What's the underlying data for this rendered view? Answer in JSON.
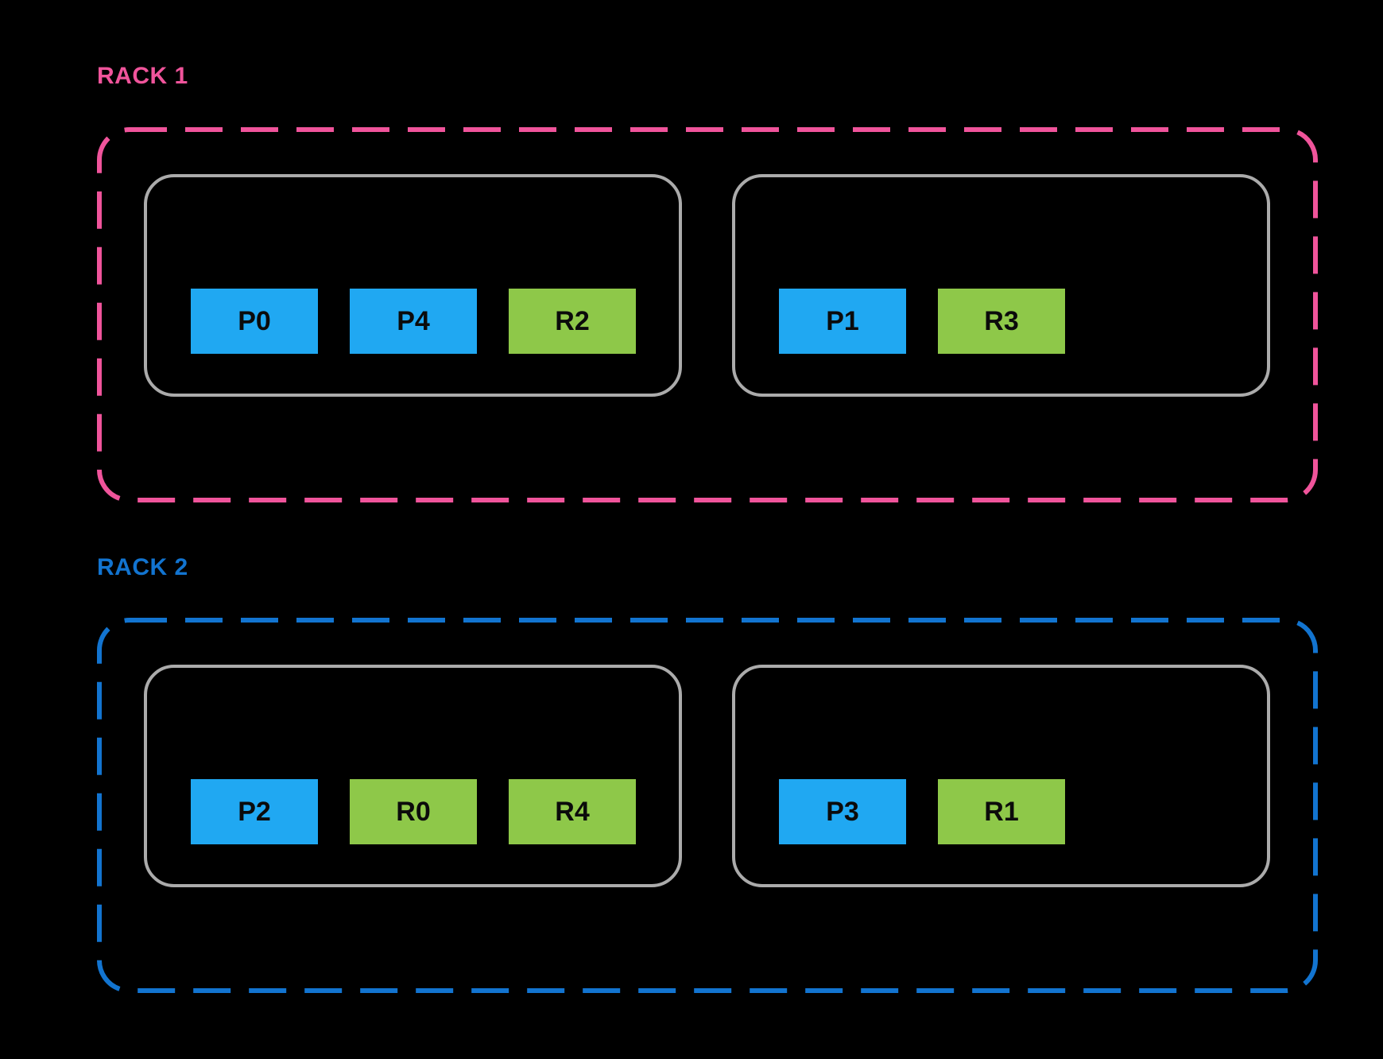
{
  "colors": {
    "background": "#000000",
    "rack1_accent": "#f0549b",
    "rack2_accent": "#1274d0",
    "primary_shard": "#20a8f2",
    "replica_shard": "#8ec849",
    "node_border": "#ababab",
    "shard_text": "#0b0b0b"
  },
  "racks": [
    {
      "label": "RACK 1",
      "accent": "#f0549b",
      "nodes": [
        {
          "shards": [
            {
              "label": "P0",
              "type": "primary"
            },
            {
              "label": "P4",
              "type": "primary"
            },
            {
              "label": "R2",
              "type": "replica"
            }
          ]
        },
        {
          "shards": [
            {
              "label": "P1",
              "type": "primary"
            },
            {
              "label": "R3",
              "type": "replica"
            }
          ]
        }
      ]
    },
    {
      "label": "RACK 2",
      "accent": "#1274d0",
      "nodes": [
        {
          "shards": [
            {
              "label": "P2",
              "type": "primary"
            },
            {
              "label": "R0",
              "type": "replica"
            },
            {
              "label": "R4",
              "type": "replica"
            }
          ]
        },
        {
          "shards": [
            {
              "label": "P3",
              "type": "primary"
            },
            {
              "label": "R1",
              "type": "replica"
            }
          ]
        }
      ]
    }
  ]
}
